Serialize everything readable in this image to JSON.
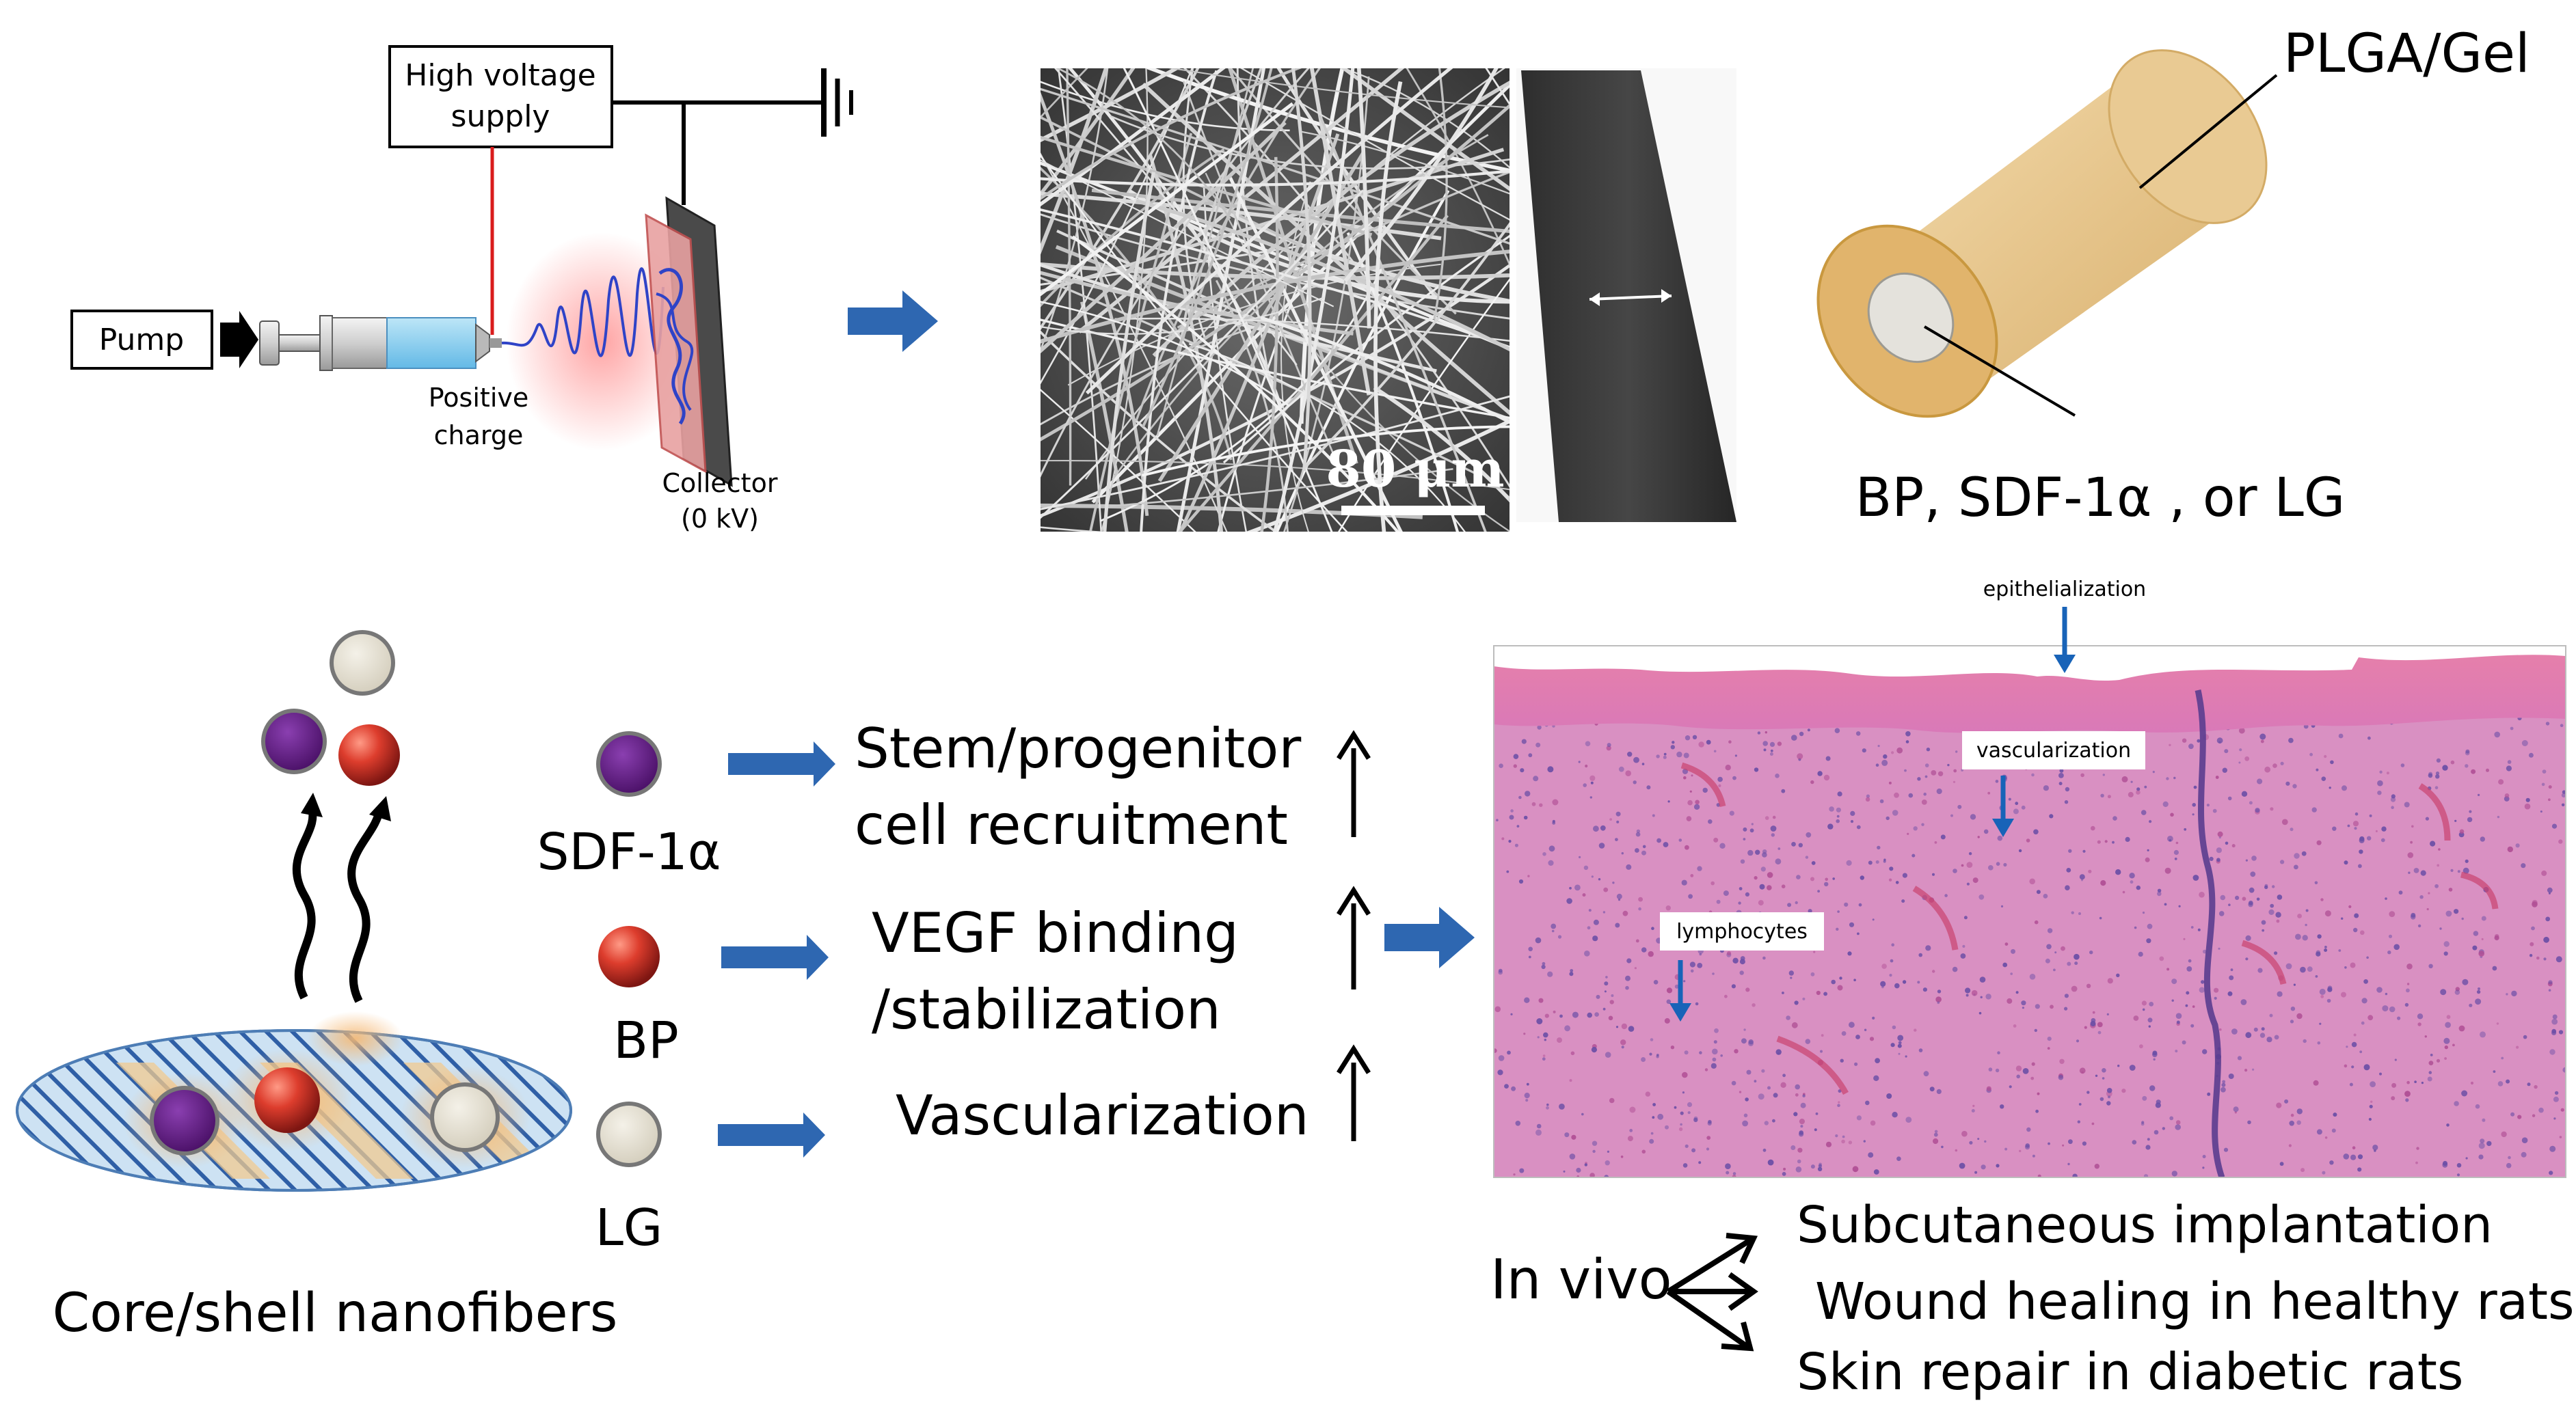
{
  "electrospinning": {
    "high_voltage_line1": "High voltage",
    "high_voltage_line2": "supply",
    "pump": "Pump",
    "positive_line1": "Positive",
    "positive_line2": "charge",
    "collector_line1": "Collector",
    "collector_line2": "(0 kV)"
  },
  "sem": {
    "scale_bar": "80 μm"
  },
  "fiber_model": {
    "shell_label": "PLGA/Gel",
    "core_label": "BP, SDF-1α , or LG"
  },
  "release": {
    "caption": "Core/shell nanofibers",
    "factors": [
      {
        "label": "SDF-1α",
        "effect_line1": "Stem/progenitor",
        "effect_line2": "cell recruitment",
        "color": "#6a1f8c"
      },
      {
        "label": "BP",
        "effect_line1": "VEGF binding",
        "effect_line2": "/stabilization",
        "color": "#d43a2c"
      },
      {
        "label": "LG",
        "effect_line1": "Vascularization",
        "effect_line2": "",
        "color": "#e2ddd0"
      }
    ]
  },
  "histology": {
    "annotations": [
      "epithelialization",
      "vascularization",
      "lymphocytes"
    ]
  },
  "in_vivo": {
    "label": "In vivo",
    "models": [
      "Subcutaneous implantation",
      "Wound healing in healthy rats",
      "Skin repair in diabetic rats"
    ]
  },
  "colors": {
    "arrow_blue": "#2e67b1",
    "fiber_tan": "#e8c88f",
    "tissue_pink": "#d98fbd"
  }
}
